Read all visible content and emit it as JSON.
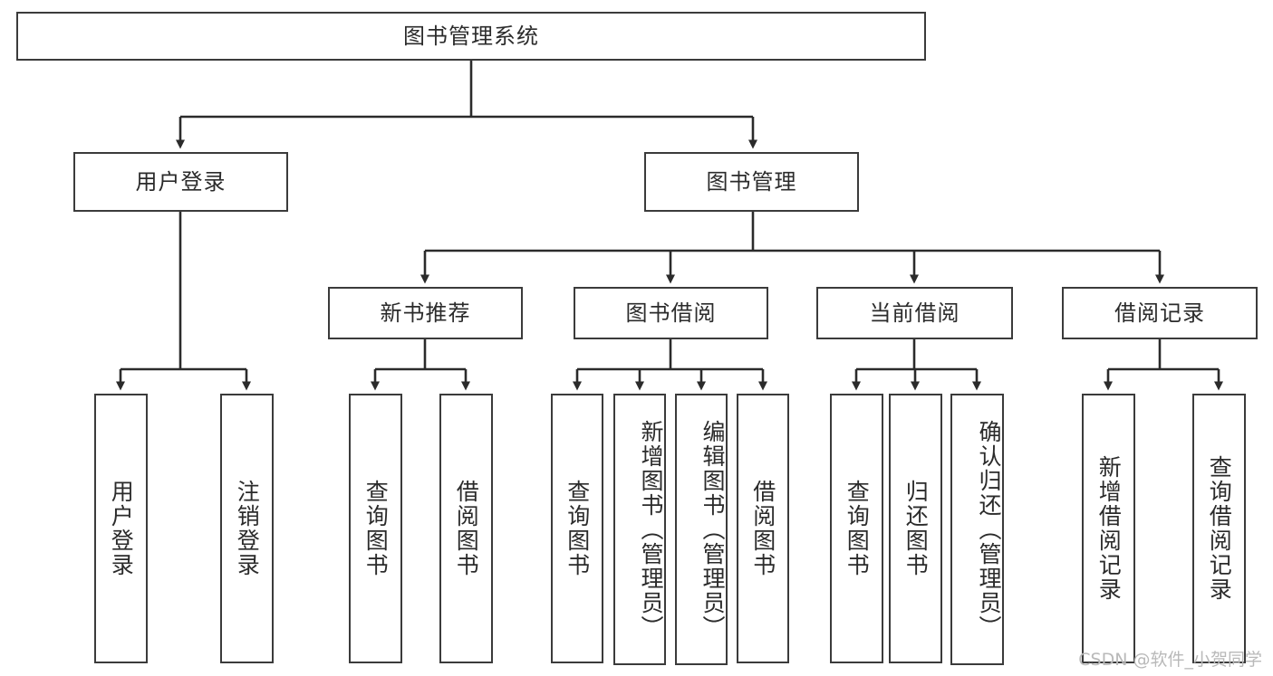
{
  "diagram": {
    "title": "图书管理系统",
    "type": "tree",
    "orientation": "top-down",
    "watermark": "CSDN @软件_小贺同学",
    "colors": {
      "box_border": "#3b3b3b",
      "box_fill": "#ffffff",
      "edge": "#2b2b2b",
      "text": "#2b2b2b",
      "watermark": "#b9b9b9",
      "background": "#ffffff"
    }
  },
  "nodes": {
    "root": {
      "label": "图书管理系统",
      "level": 1
    },
    "level2": [
      {
        "id": "user-login",
        "label": "用户登录"
      },
      {
        "id": "book-management",
        "label": "图书管理"
      }
    ],
    "level3": [
      {
        "id": "new-book-recommend",
        "label": "新书推荐",
        "parent": "book-management"
      },
      {
        "id": "book-borrow",
        "label": "图书借阅",
        "parent": "book-management"
      },
      {
        "id": "current-borrow",
        "label": "当前借阅",
        "parent": "book-management"
      },
      {
        "id": "borrow-record",
        "label": "借阅记录",
        "parent": "book-management"
      }
    ],
    "leaves": {
      "user-login": [
        {
          "id": "leaf-user-login",
          "label": "用户登录"
        },
        {
          "id": "leaf-logout",
          "label": "注销登录"
        }
      ],
      "new-book-recommend": [
        {
          "id": "leaf-query-book-1",
          "label": "查询图书"
        },
        {
          "id": "leaf-borrow-book-1",
          "label": "借阅图书"
        }
      ],
      "book-borrow": [
        {
          "id": "leaf-query-book-2",
          "label": "查询图书"
        },
        {
          "id": "leaf-add-book",
          "label": "新增图书（管理员）"
        },
        {
          "id": "leaf-edit-book",
          "label": "编辑图书（管理员）"
        },
        {
          "id": "leaf-borrow-book-2",
          "label": "借阅图书"
        }
      ],
      "current-borrow": [
        {
          "id": "leaf-query-book-3",
          "label": "查询图书"
        },
        {
          "id": "leaf-return-book",
          "label": "归还图书"
        },
        {
          "id": "leaf-confirm-return",
          "label": "确认归还（管理员）"
        }
      ],
      "borrow-record": [
        {
          "id": "leaf-add-record",
          "label": "新增借阅记录"
        },
        {
          "id": "leaf-query-record",
          "label": "查询借阅记录"
        }
      ]
    }
  }
}
